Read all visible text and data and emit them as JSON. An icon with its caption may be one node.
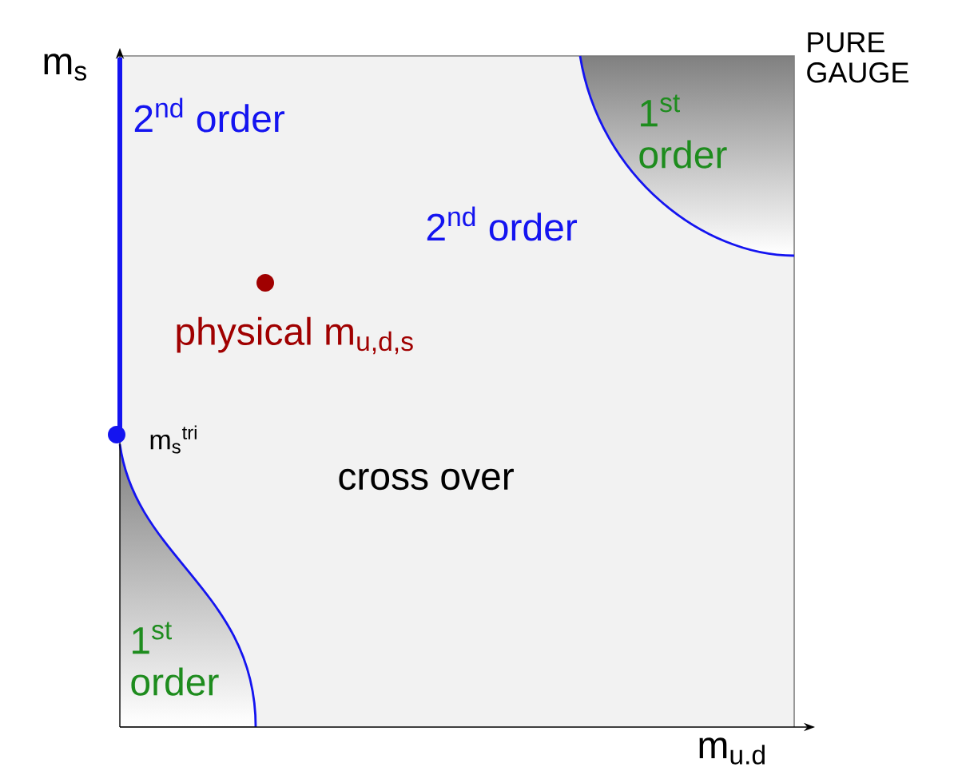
{
  "diagram": {
    "labels": [
      "m$_{s}$",
      "PURE GAUGE",
      "2$^{nd}$ order",
      "1$^{st}$ order",
      "2$^{nd}$ order",
      "physical m$_{u,d,s}$",
      "m$_{s}$$^{tri}$",
      "cross over",
      "1$^{st}$ order",
      "m$_{u.d}$"
    ]
  }
}
